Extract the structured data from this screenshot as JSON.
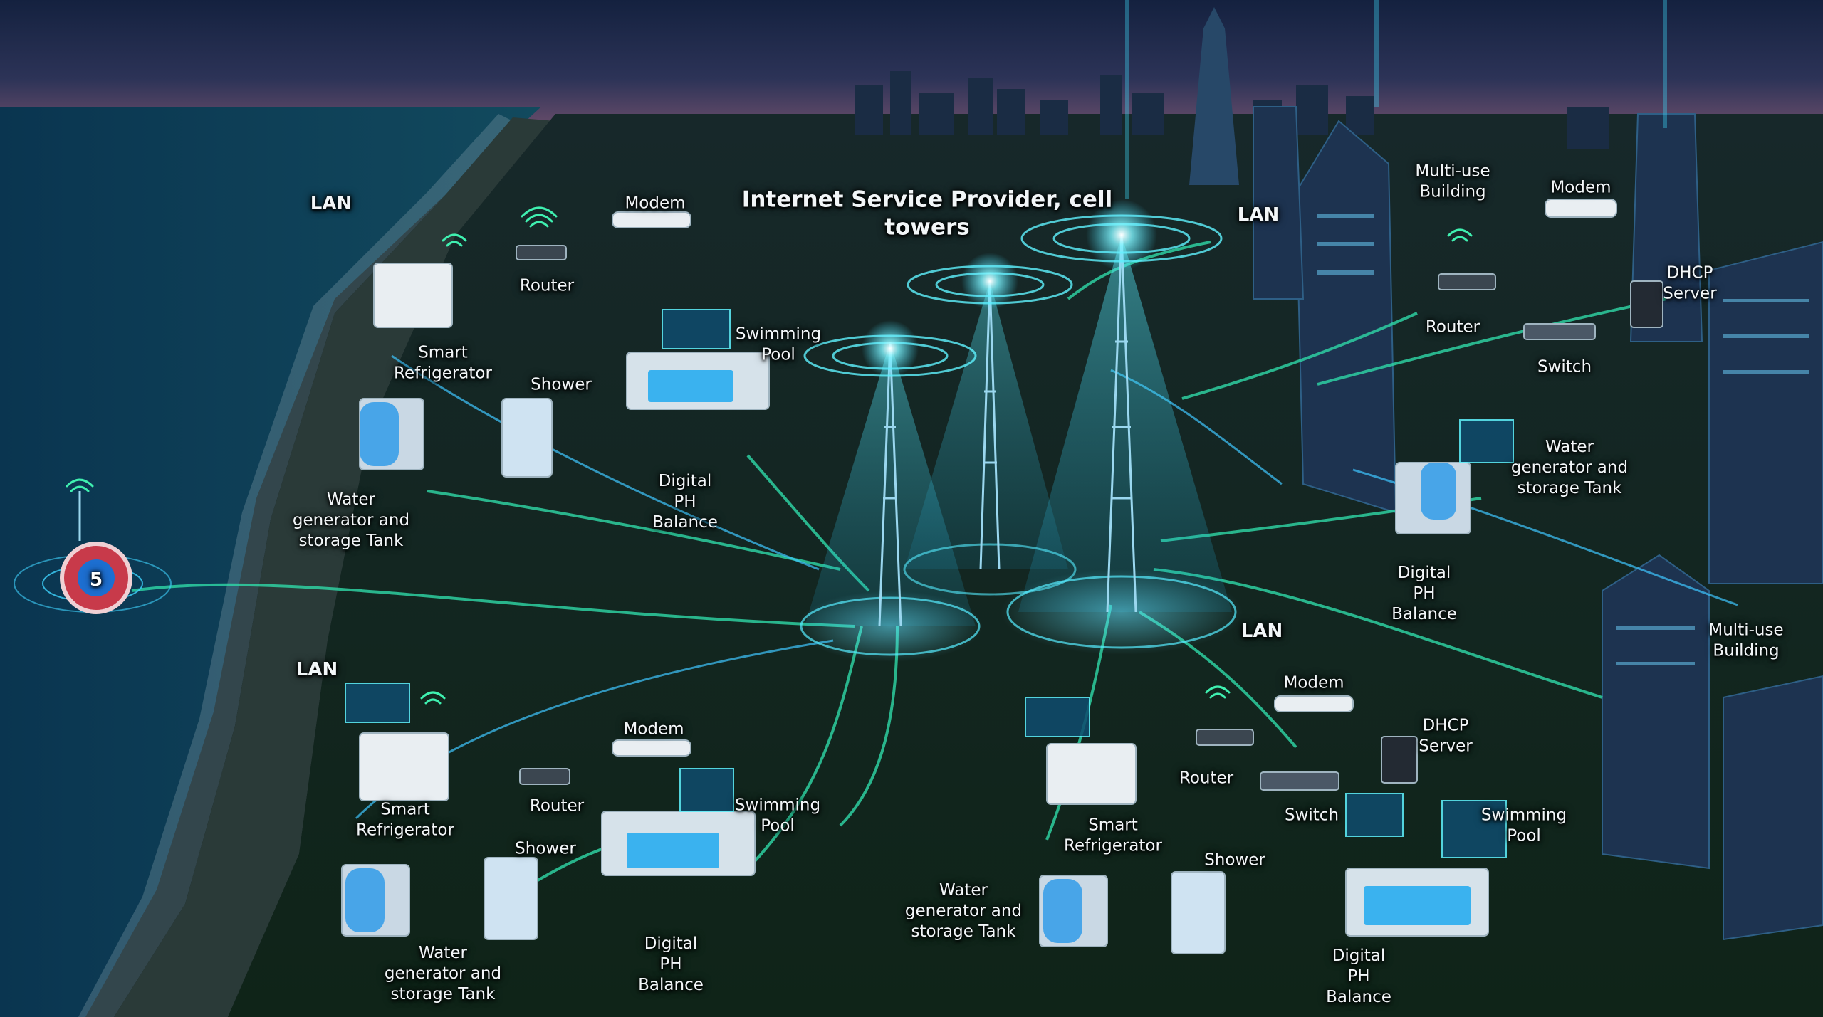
{
  "colors": {
    "ocean": "#0e3a52",
    "land": "#12291f",
    "sky_top": "#1a2a4f",
    "sky_glow": "#7a5470",
    "beam": "#3fe0ff",
    "link": "#2fd9a8",
    "label": "#f2f6f8"
  },
  "labels": {
    "isp": "Internet Service Provider, cell\ntowers",
    "buoy_badge": "5",
    "lan": "LAN",
    "modem": "Modem",
    "router": "Router",
    "switch": "Switch",
    "dhcp": "DHCP\nServer",
    "smart_refrigerator": "Smart\nRefrigerator",
    "shower": "Shower",
    "swimming_pool": "Swimming\nPool",
    "digital_ph": "Digital\nPH\nBalance",
    "water_tank": "Water\ngenerator and\nstorage Tank",
    "multi_use_building": "Multi-use\nBuilding"
  },
  "icons": [
    "wifi-icon",
    "water-drop-icon",
    "person-icon",
    "palm-tree-icon",
    "chart-icon"
  ]
}
